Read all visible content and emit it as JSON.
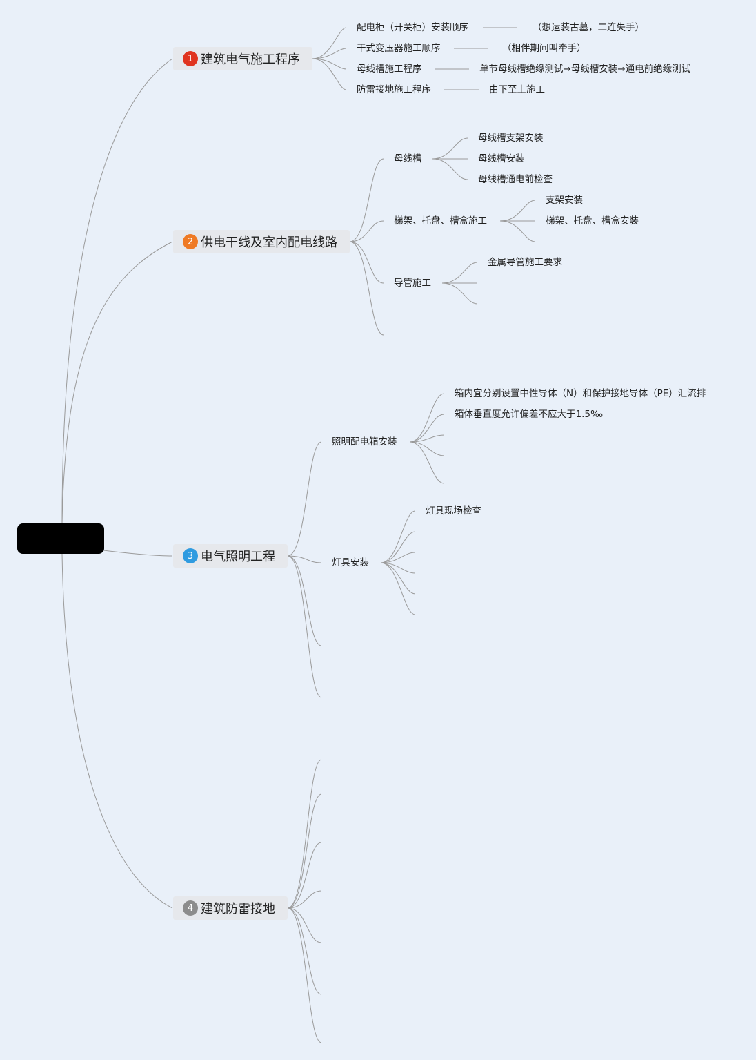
{
  "colors": {
    "background": "#e9f0f9",
    "line": "#9a9a9a",
    "badge_1": "#e0341f",
    "badge_2": "#ef7a24",
    "badge_3": "#2f9be0",
    "badge_4": "#8c8c8c"
  },
  "topics": [
    {
      "number": "1",
      "label": "建筑电气施工程序"
    },
    {
      "number": "2",
      "label": "供电干线及室内配电线路"
    },
    {
      "number": "3",
      "label": "电气照明工程"
    },
    {
      "number": "4",
      "label": "建筑防雷接地"
    }
  ],
  "branch1": {
    "items": [
      {
        "label": "配电柜（开关柜）安装顺序",
        "note": "（想运装古墓，二连失手）"
      },
      {
        "label": "干式变压器施工顺序",
        "note": "（相伴期间叫牵手）"
      },
      {
        "label": "母线槽施工程序",
        "note": "单节母线槽绝缘测试→母线槽安装→通电前绝缘测试"
      },
      {
        "label": "防雷接地施工程序",
        "note": "由下至上施工"
      }
    ]
  },
  "branch2": {
    "busway": {
      "label": "母线槽",
      "children": [
        "母线槽支架安装",
        "母线槽安装",
        "母线槽通电前检查"
      ]
    },
    "tray": {
      "label": "梯架、托盘、槽盒施工",
      "children": [
        "支架安装",
        "梯架、托盘、槽盒安装"
      ]
    },
    "conduit": {
      "label": "导管施工",
      "children": [
        "金属导管施工要求"
      ]
    }
  },
  "branch3": {
    "box": {
      "label": "照明配电箱安装",
      "children": [
        "箱内宜分别设置中性导体（N）和保护接地导体（PE）汇流排",
        "箱体垂直度允许偏差不应大于1.5‰"
      ]
    },
    "lamp": {
      "label": "灯具安装",
      "children": [
        "灯具现场检查"
      ]
    }
  }
}
